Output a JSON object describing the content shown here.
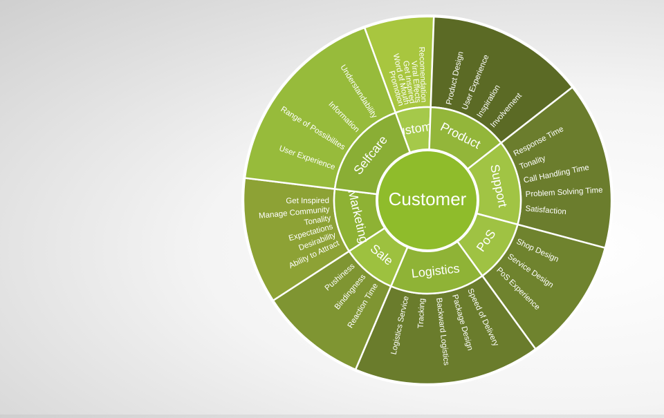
{
  "center": {
    "label": "Customer",
    "color": "#8fbc2b"
  },
  "colors": {
    "separator": "#ffffff",
    "outer_ring": "#ffffff"
  },
  "segments": [
    {
      "id": "customer",
      "label": "Customer",
      "inner_color": "#a5c94a",
      "outer_color": "#a8c63f",
      "items": [
        "Promotion",
        "Word of Mouth",
        "Get Inspired",
        "Viral Effects",
        "Recomendation"
      ]
    },
    {
      "id": "product",
      "label": "Product",
      "inner_color": "#93b63a",
      "outer_color": "#5b6a25",
      "items": [
        "Product Design",
        "User Experience",
        "Inspiration",
        "Involvement"
      ]
    },
    {
      "id": "support",
      "label": "Support",
      "inner_color": "#a1c444",
      "outer_color": "#6b7d2d",
      "items": [
        "Response Time",
        "Tonality",
        "Call Handling Time",
        "Problem Solving Time",
        "Satisfaction"
      ]
    },
    {
      "id": "pos",
      "label": "PoS",
      "inner_color": "#9fc243",
      "outer_color": "#6f832e",
      "items": [
        "Shop Design",
        "Service Design",
        "PoS Experience"
      ]
    },
    {
      "id": "logistics",
      "label": "Logistics",
      "inner_color": "#8fb336",
      "outer_color": "#6a7c2c",
      "items": [
        "Speed of Delivery",
        "Package Design",
        "Backward Logistics",
        "Tracking",
        "Logistics Service"
      ]
    },
    {
      "id": "sale",
      "label": "Sale",
      "inner_color": "#9dc13f",
      "outer_color": "#7f9532",
      "items": [
        "Reaction Time",
        "Bindingness",
        "Pushiness"
      ]
    },
    {
      "id": "marketing",
      "label": "Marketing",
      "inner_color": "#8eb234",
      "outer_color": "#8da235",
      "items": [
        "Ability to Attract",
        "Desirability",
        "Expectations",
        "Tonality",
        "Manage Community",
        "Get Inspired"
      ]
    },
    {
      "id": "selfcare",
      "label": "Selfcare",
      "inner_color": "#8aae35",
      "outer_color": "#97bb3b",
      "items": [
        "User Experience",
        "Range of Possibilites",
        "Information",
        "Understandability"
      ]
    }
  ]
}
